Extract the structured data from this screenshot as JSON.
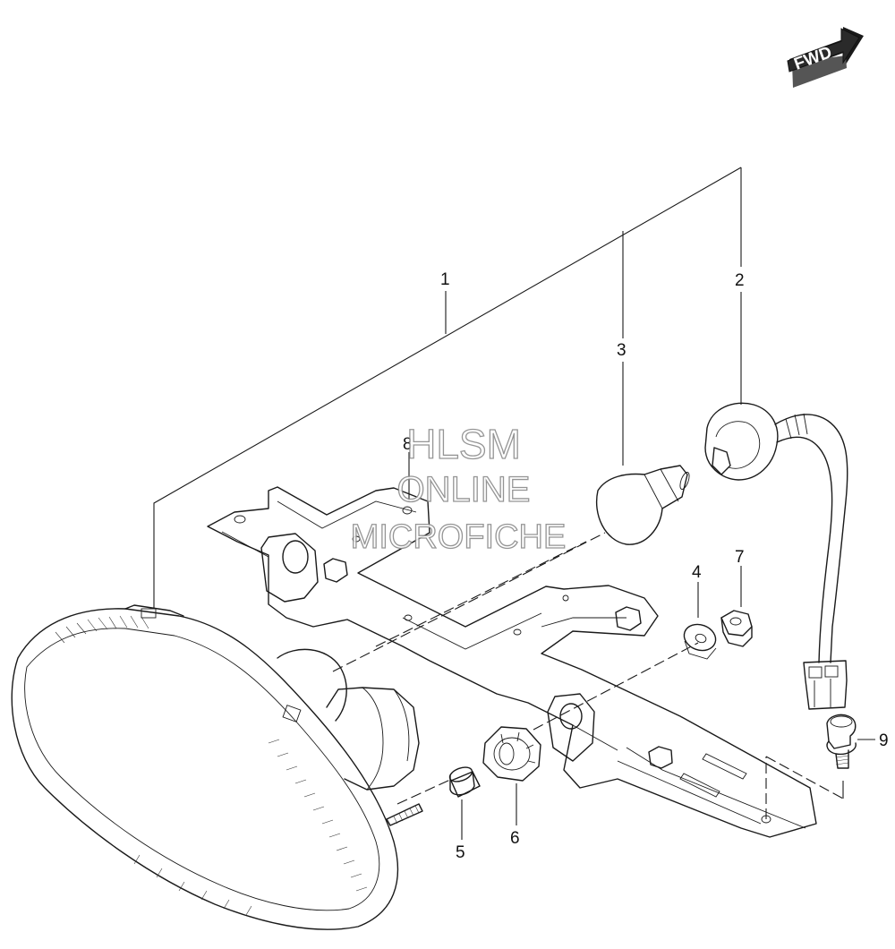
{
  "fwd_label": "FWD",
  "watermark": {
    "line1": "HLSM",
    "line2": "ONLINE",
    "line3": "MICROFICHE"
  },
  "callouts": [
    "1",
    "2",
    "3",
    "4",
    "5",
    "6",
    "7",
    "8",
    "9"
  ],
  "parts": [
    {
      "ref": "1",
      "component": "rear-combination-lamp-assembly"
    },
    {
      "ref": "2",
      "component": "bulb-socket-harness"
    },
    {
      "ref": "3",
      "component": "bulb"
    },
    {
      "ref": "4",
      "component": "washer"
    },
    {
      "ref": "5",
      "component": "spacer-collar"
    },
    {
      "ref": "6",
      "component": "nut"
    },
    {
      "ref": "7",
      "component": "nut"
    },
    {
      "ref": "8",
      "component": "bracket"
    },
    {
      "ref": "9",
      "component": "bolt"
    }
  ]
}
